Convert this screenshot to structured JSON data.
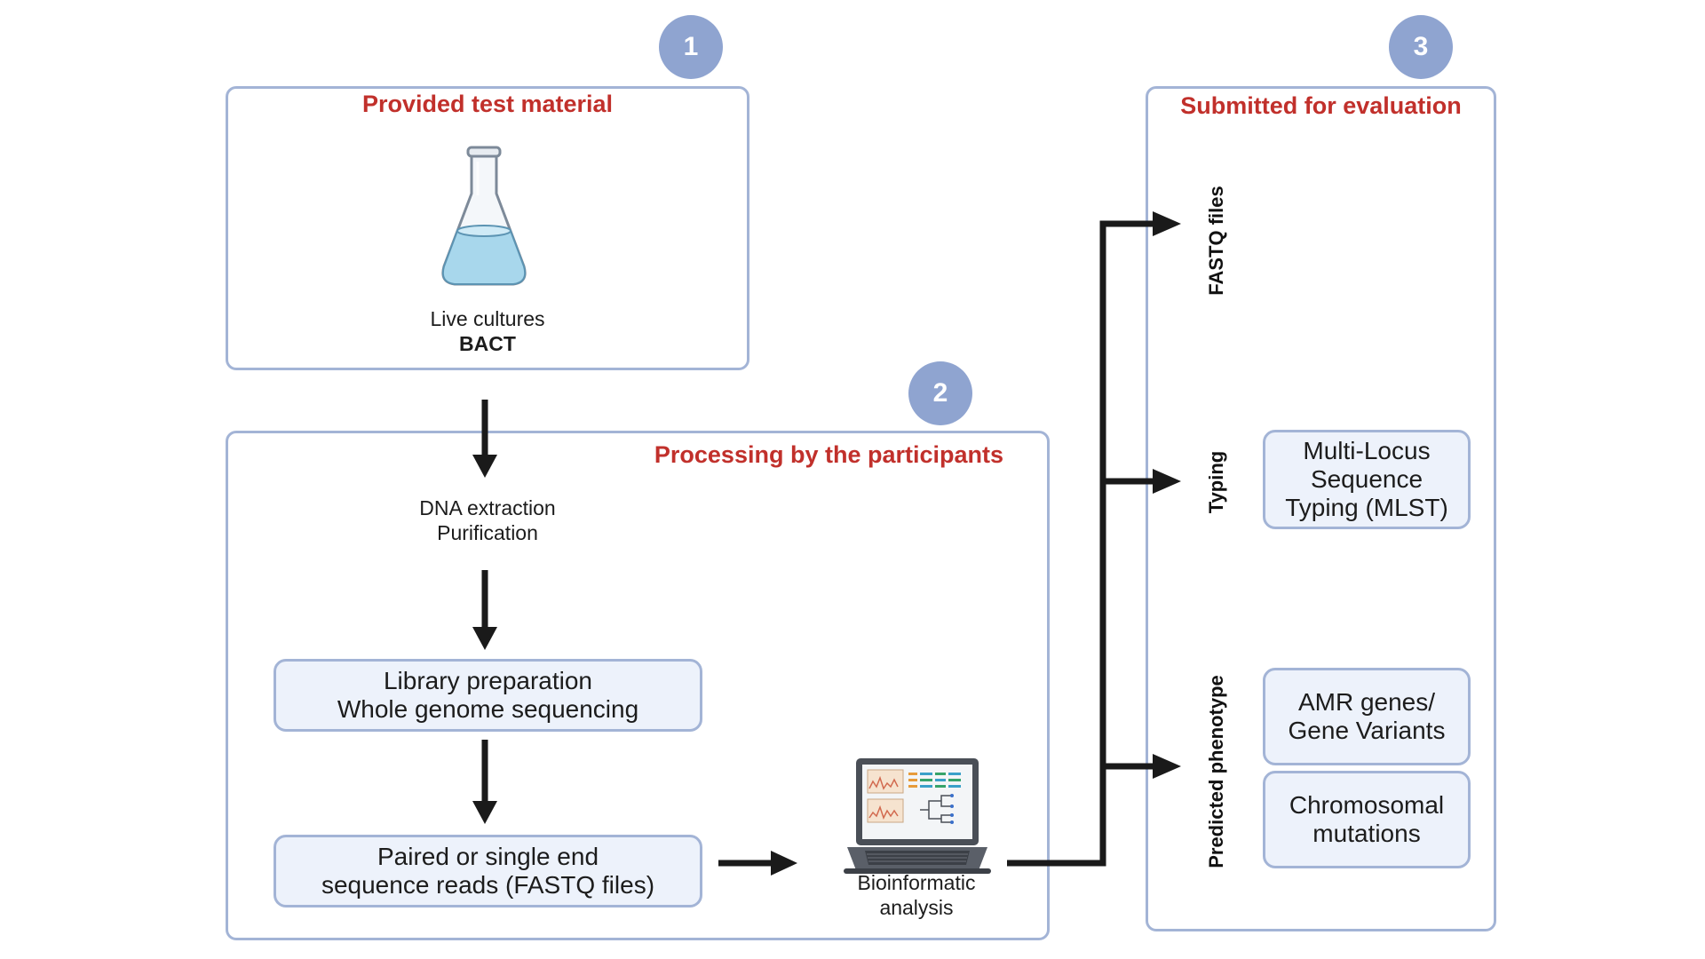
{
  "badges": {
    "one": "1",
    "two": "2",
    "three": "3"
  },
  "panel1": {
    "title": "Provided test material",
    "flask_caption_line1": "Live cultures",
    "flask_caption_line2": "BACT"
  },
  "panel2": {
    "title": "Processing by the participants",
    "extraction_line1": "DNA extraction",
    "extraction_line2": "Purification",
    "library_line1": "Library preparation",
    "library_line2": "Whole genome sequencing",
    "reads_line1": "Paired or single end",
    "reads_line2": "sequence reads (FASTQ files)",
    "bioinfo_line1": "Bioinformatic",
    "bioinfo_line2": "analysis"
  },
  "panel3": {
    "title": "Submitted for evaluation",
    "fastq_label": "FASTQ files",
    "typing_label": "Typing",
    "phenotype_label": "Predicted phenotype",
    "mlst_line1": "Multi-Locus",
    "mlst_line2": "Sequence",
    "mlst_line3": "Typing (MLST)",
    "amr_line1": "AMR genes/",
    "amr_line2": "Gene Variants",
    "chrom_line1": "Chromosomal",
    "chrom_line2": "mutations"
  },
  "colors": {
    "panel_border": "#a3b4d6",
    "badge_fill": "#8fa4d0",
    "title_red": "#c1302b",
    "box_fill": "#edf2fb",
    "arrow": "#1a1a1a"
  },
  "icons": [
    "erlenmeyer-flask-icon",
    "laptop-icon"
  ]
}
